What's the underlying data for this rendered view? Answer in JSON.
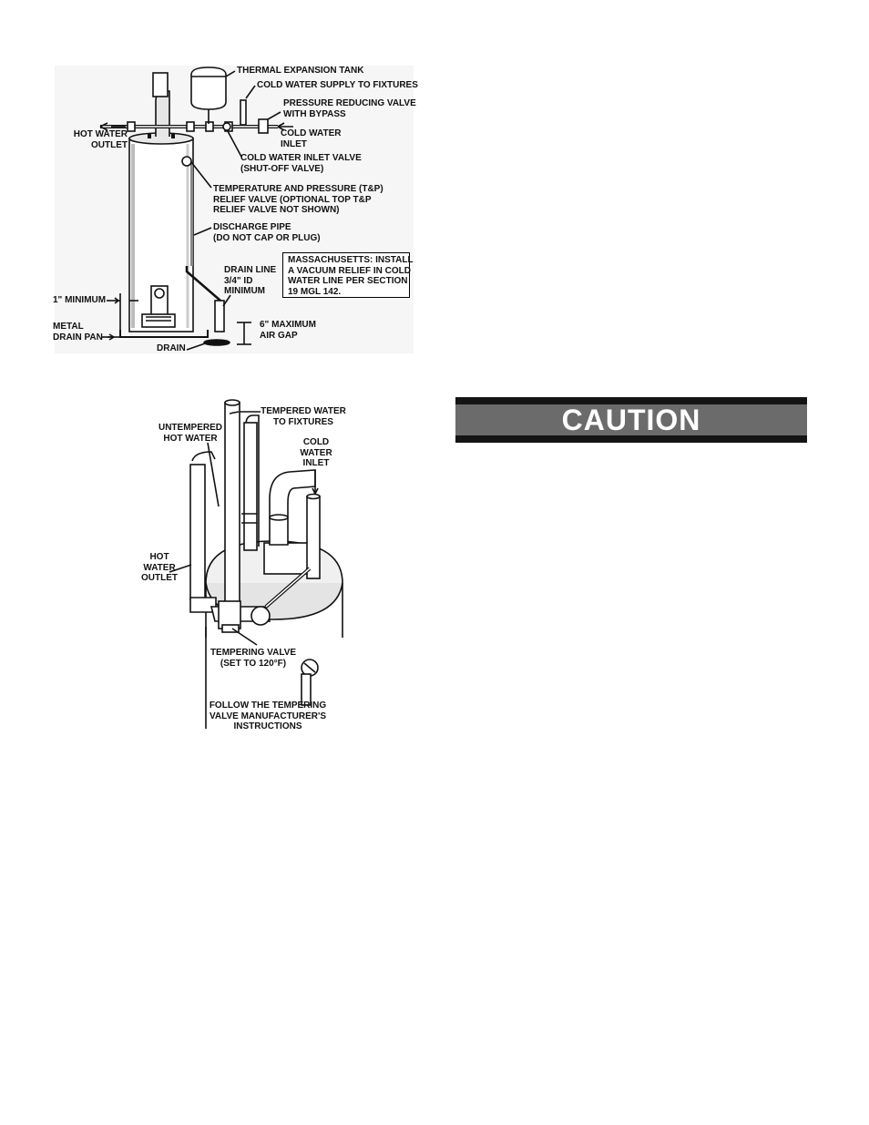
{
  "figure1": {
    "labels": {
      "thermal_expansion_tank": "THERMAL EXPANSION TANK",
      "cold_supply": "COLD WATER SUPPLY TO FIXTURES",
      "prv": "PRESSURE REDUCING VALVE\nWITH BYPASS",
      "hot_outlet": "HOT WATER\nOUTLET",
      "cold_inlet": "COLD WATER\nINLET",
      "cold_inlet_valve": "COLD WATER INLET VALVE\n(SHUT-OFF VALVE)",
      "tp_valve": "TEMPERATURE AND PRESSURE (T&P)\nRELIEF VALVE (OPTIONAL TOP T&P\nRELIEF VALVE NOT SHOWN)",
      "discharge_pipe": "DISCHARGE PIPE\n(DO NOT CAP OR PLUG)",
      "drain_line": "DRAIN LINE\n3/4\" ID\nMINIMUM",
      "massachusetts": "MASSACHUSETTS: INSTALL\nA VACUUM RELIEF IN COLD\nWATER LINE PER SECTION\n19 MGL 142.",
      "one_inch_min": "1\" MINIMUM",
      "metal_drain_pan": "METAL\nDRAIN PAN",
      "six_inch_gap": "6\" MAXIMUM\nAIR GAP",
      "drain": "DRAIN"
    }
  },
  "figure2": {
    "labels": {
      "tempered_water": "TEMPERED WATER\nTO FIXTURES",
      "untempered_hot": "UNTEMPERED\nHOT WATER",
      "cold_water_inlet": "COLD\nWATER\nINLET",
      "hot_water_outlet": "HOT\nWATER\nOUTLET",
      "tempering_valve": "TEMPERING VALVE\n(SET TO 120°F)",
      "follow_instructions": "FOLLOW THE TEMPERING\nVALVE MANUFACTURER'S\nINSTRUCTIONS"
    }
  },
  "caution": {
    "text": "CAUTION"
  }
}
